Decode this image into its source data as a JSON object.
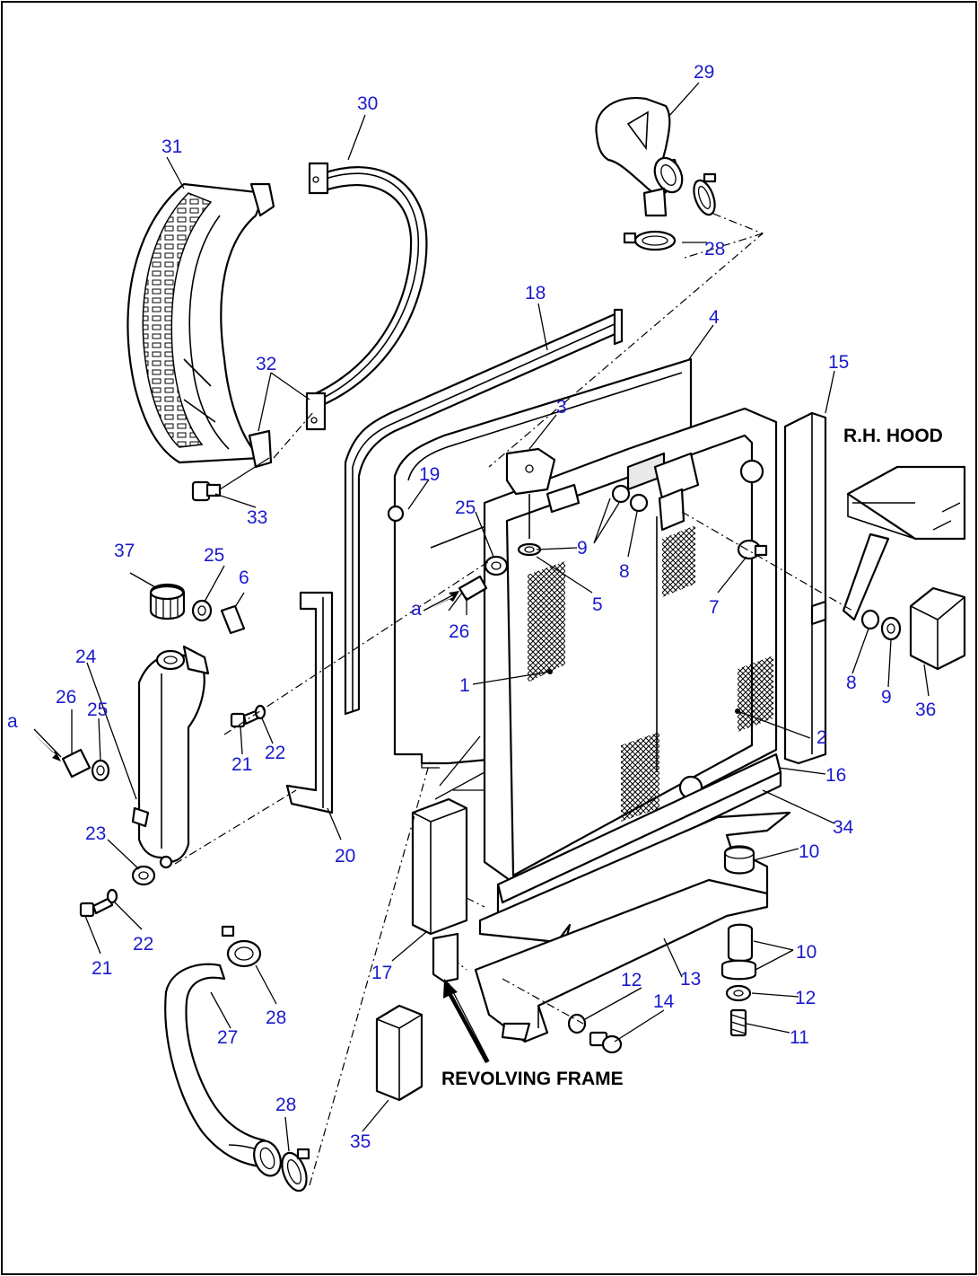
{
  "diagram": {
    "captions": {
      "rh_hood": "R.H. HOOD",
      "revolving_frame": "REVOLVING FRAME"
    },
    "callouts": {
      "n1": "1",
      "n2": "2",
      "n3": "3",
      "n4": "4",
      "n5": "5",
      "n6": "6",
      "n7": "7",
      "n8a": "8",
      "n8b": "8",
      "n9a": "9",
      "n9b": "9",
      "n10a": "10",
      "n10b": "10",
      "n11": "11",
      "n12a": "12",
      "n12b": "12",
      "n13": "13",
      "n14": "14",
      "n15": "15",
      "n16": "16",
      "n17": "17",
      "n18": "18",
      "n19": "19",
      "n20": "20",
      "n21a": "21",
      "n21b": "21",
      "n22a": "22",
      "n22b": "22",
      "n23": "23",
      "n24": "24",
      "n25a": "25",
      "n25b": "25",
      "n25c": "25",
      "n26a": "26",
      "n26b": "26",
      "n27": "27",
      "n28a": "28",
      "n28b": "28",
      "n28c": "28",
      "n29": "29",
      "n30": "30",
      "n31": "31",
      "n32": "32",
      "n33": "33",
      "n34": "34",
      "n35": "35",
      "n36": "36",
      "n37": "37",
      "a1": "a",
      "a2": "a"
    }
  }
}
